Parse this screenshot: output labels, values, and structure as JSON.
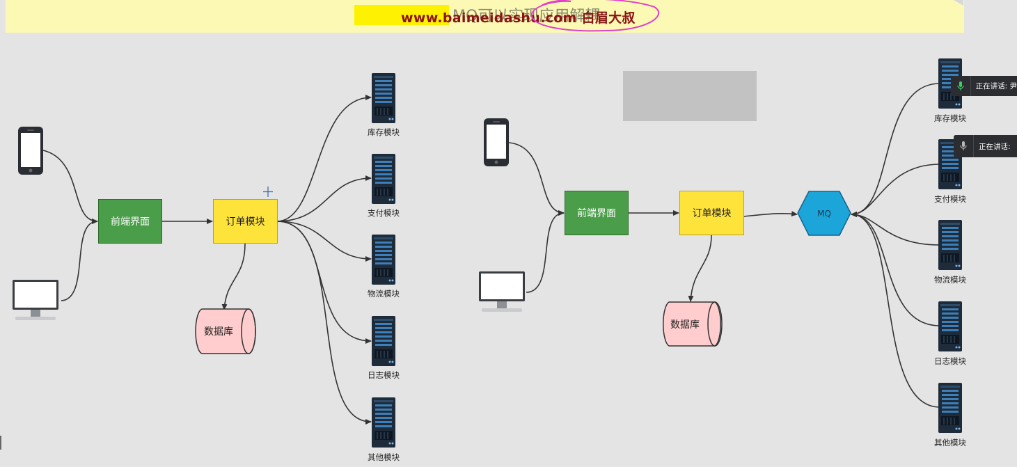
{
  "banner": {
    "title": "MQ可以实现应用解耦",
    "watermark": "www.baimeidashu.com 白眉大叔"
  },
  "left": {
    "frontend": "前端界面",
    "order": "订单模块",
    "database": "数据库",
    "services": [
      "库存模块",
      "支付模块",
      "物流模块",
      "日志模块",
      "其他模块"
    ]
  },
  "right": {
    "frontend": "前端界面",
    "order": "订单模块",
    "database": "数据库",
    "mq": "MQ",
    "services": [
      "库存模块",
      "支付模块",
      "物流模块",
      "日志模块",
      "其他模块"
    ]
  },
  "speaking": [
    {
      "label": "正在讲话:  尹"
    },
    {
      "label": "正在讲话:"
    }
  ],
  "colors": {
    "frontend": "#4a9e49",
    "order": "#fee33b",
    "database": "#ffcdcd",
    "mq": "#1ca5d8",
    "banner": "#fcf9b4",
    "mic_active": "#3ecf6b"
  }
}
